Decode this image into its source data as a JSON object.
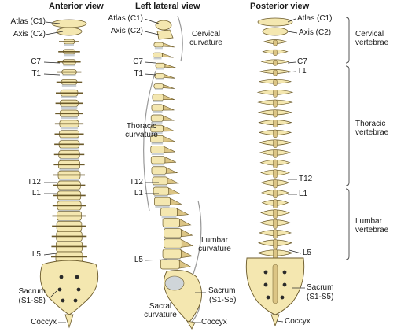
{
  "views": {
    "anterior": "Anterior view",
    "lateral": "Left lateral view",
    "posterior": "Posterior view"
  },
  "labels": {
    "atlas": "Atlas (C1)",
    "axis": "Axis (C2)",
    "c7": "C7",
    "t1": "T1",
    "t12": "T12",
    "l1": "L1",
    "l5": "L5",
    "sacrum": "Sacrum",
    "sacrum_range": "(S1-S5)",
    "coccyx": "Coccyx"
  },
  "curvatures": {
    "cervical": [
      "Cervical",
      "curvature"
    ],
    "thoracic": [
      "Thoracic",
      "curvature"
    ],
    "lumbar": [
      "Lumbar",
      "curvature"
    ],
    "sacral": [
      "Sacral",
      "curvature"
    ]
  },
  "regions": {
    "cervical": [
      "Cervical",
      "vertebrae"
    ],
    "thoracic": [
      "Thoracic",
      "vertebrae"
    ],
    "lumbar": [
      "Lumbar",
      "vertebrae"
    ]
  },
  "colors": {
    "bone": "#f4e7b0",
    "bone_shade": "#dcc585",
    "outline": "#6b5a2a",
    "disc": "#c9cfd4",
    "leader": "#222222",
    "bracket": "#444444"
  }
}
